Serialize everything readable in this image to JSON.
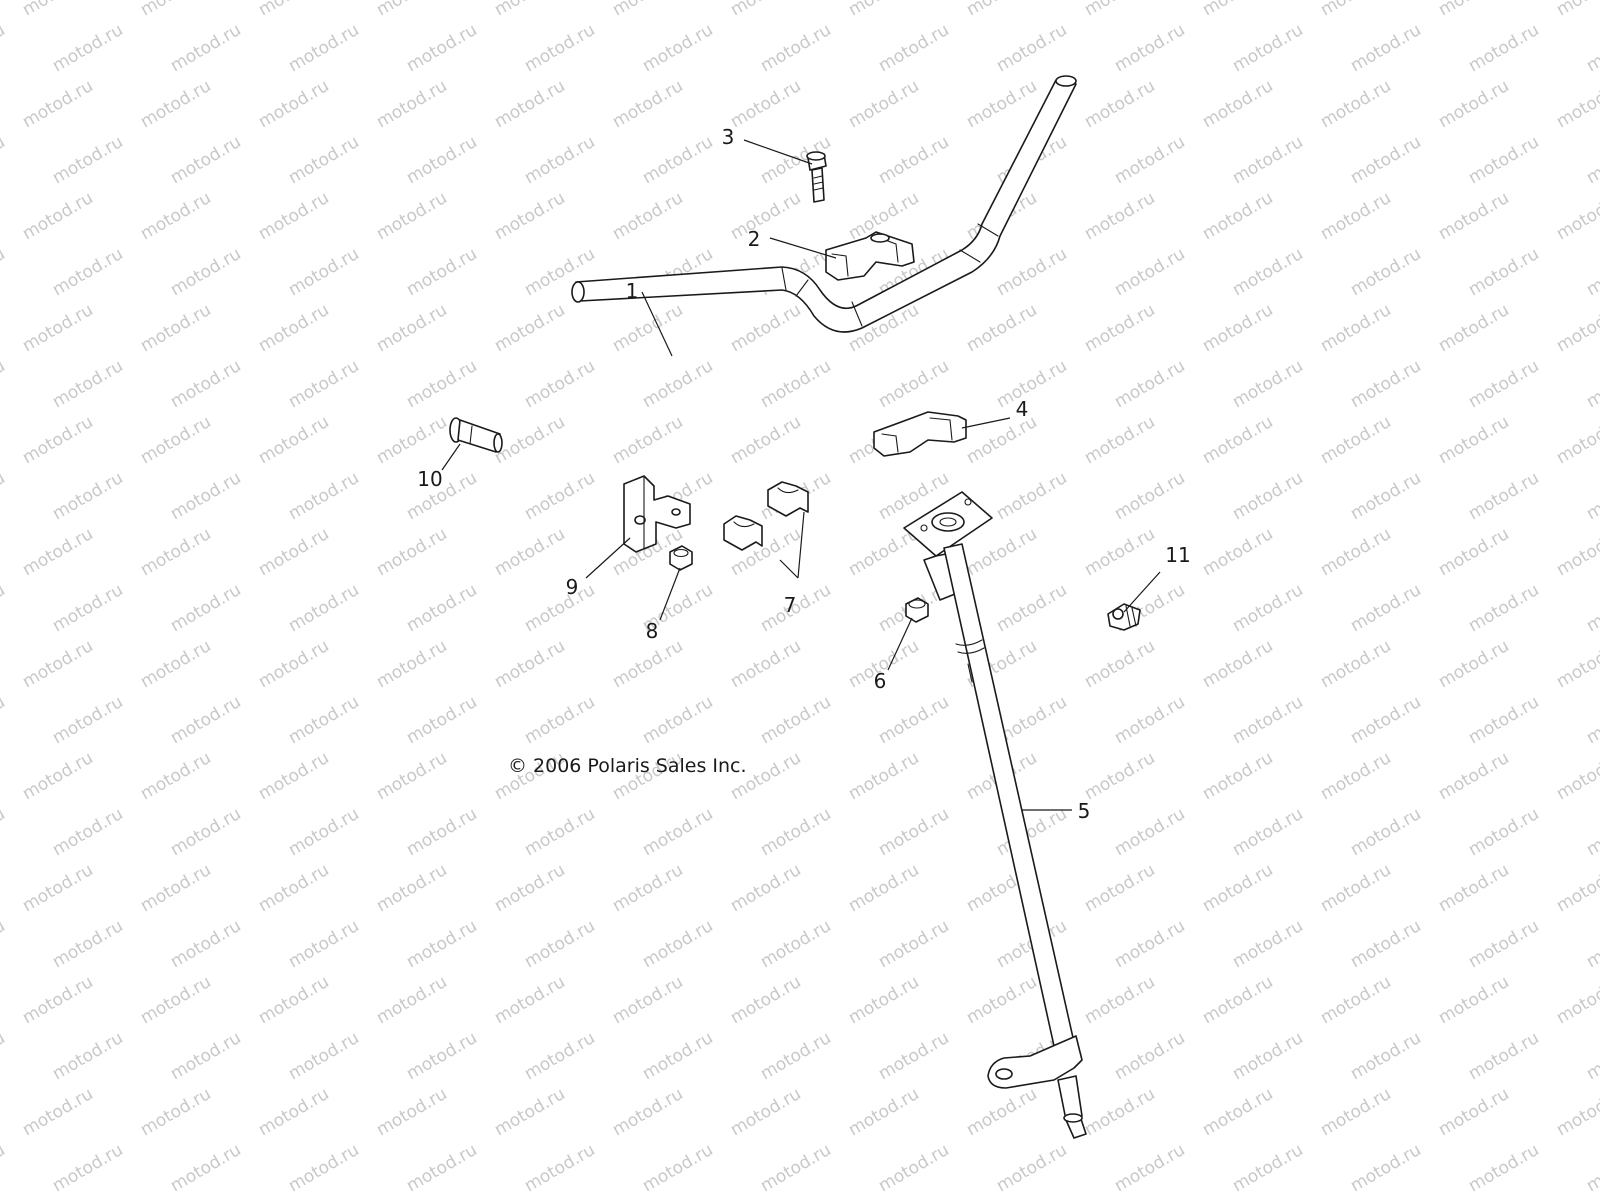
{
  "watermark": {
    "text": "motod.ru",
    "color": "#c8c8c8"
  },
  "copyright": "© 2006 Polaris Sales Inc.",
  "callouts": {
    "c1": "1",
    "c2": "2",
    "c3": "3",
    "c4": "4",
    "c5": "5",
    "c6": "6",
    "c7": "7",
    "c8": "8",
    "c9": "9",
    "c10": "10",
    "c11": "11"
  },
  "icons": [
    "handlebar",
    "clamp",
    "bolt",
    "steering-post",
    "nut",
    "clip",
    "bracket",
    "fitting"
  ]
}
